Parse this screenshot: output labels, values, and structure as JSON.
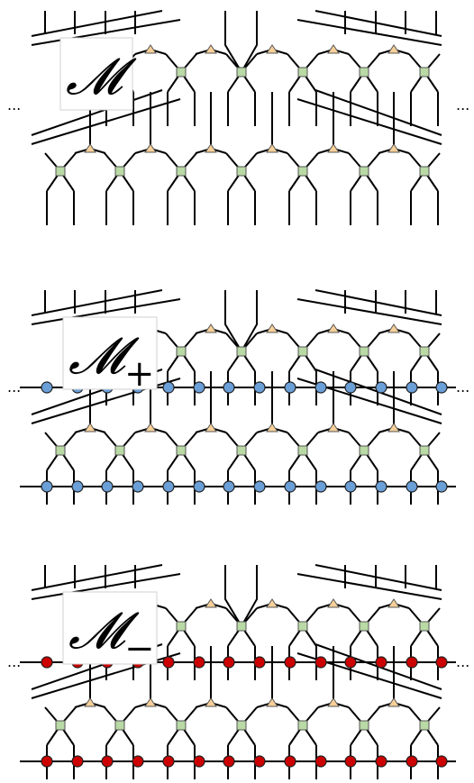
{
  "panels": [
    {
      "label_main": "𝓜",
      "label_sub": "",
      "site_color": ""
    },
    {
      "label_main": "𝓜",
      "label_sub": "+",
      "site_color": "#6a9fd8"
    },
    {
      "label_main": "𝓜",
      "label_sub": "−",
      "site_color": "#cc0000"
    }
  ],
  "ellipsis": "...",
  "colors": {
    "gate_square": "#b9d9a5",
    "gate_triangle": "#f6cf99",
    "line": "#000000"
  },
  "icons": {
    "square_gate": "green-square-gate-icon",
    "triangle_gate": "orange-triangle-gate-icon",
    "site_circle": "circle-site-icon"
  }
}
